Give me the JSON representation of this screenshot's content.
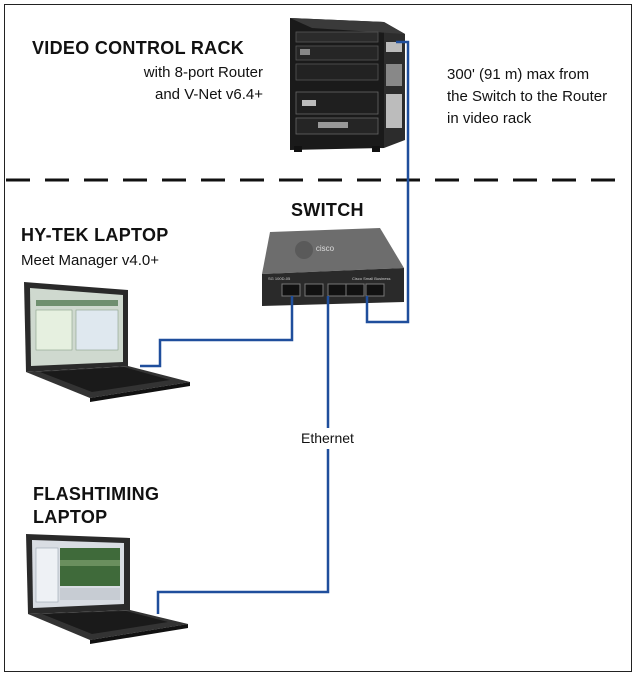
{
  "rack": {
    "title": "VIDEO CONTROL RACK",
    "line1": "with 8-port Router",
    "line2": "and V-Net v6.4+"
  },
  "distance_note": {
    "line1": "300' (91 m) max from",
    "line2": "the Switch to the Router",
    "line3": "in video rack"
  },
  "switch": {
    "title": "SWITCH",
    "brand": "cisco",
    "model": "SG 100D-05",
    "series": "Cisco Small Business"
  },
  "hytek": {
    "title": "HY-TEK LAPTOP",
    "subtitle": "Meet Manager v4.0+"
  },
  "flashtiming": {
    "title_line1": "FLASHTIMING",
    "title_line2": "LAPTOP"
  },
  "cable_label": "Ethernet",
  "colors": {
    "cable": "#1f4e9c",
    "divider": "#111111",
    "device_dark": "#1c1c1c"
  }
}
